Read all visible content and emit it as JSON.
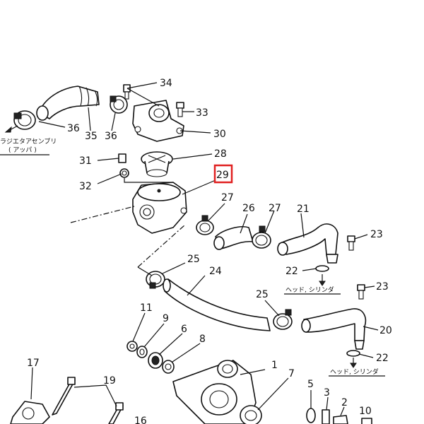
{
  "callouts": {
    "c34": "34",
    "c33": "33",
    "c30": "30",
    "c36a": "36",
    "c35": "35",
    "c36b": "36",
    "c28": "28",
    "c31": "31",
    "c32": "32",
    "c29": "29",
    "c27a": "27",
    "c26": "26",
    "c27b": "27",
    "c21": "21",
    "c23a": "23",
    "c22a": "22",
    "c25a": "25",
    "c24": "24",
    "c23b": "23",
    "c25b": "25",
    "c20": "20",
    "c22b": "22",
    "c11": "11",
    "c9": "9",
    "c6": "6",
    "c8": "8",
    "c17": "17",
    "c19": "19",
    "c1": "1",
    "c7": "7",
    "c5": "5",
    "c3": "3",
    "c2": "2",
    "c10": "10",
    "c16": "16"
  },
  "notes": {
    "radiator_l1": "ラジエタアセンブリ",
    "radiator_l2": "( アッパ )",
    "head_cyl_a": "ヘッド, シリンダ",
    "head_cyl_b": "ヘッド, シリンダ"
  },
  "highlight": {
    "part": "29",
    "color": "#e02020"
  }
}
